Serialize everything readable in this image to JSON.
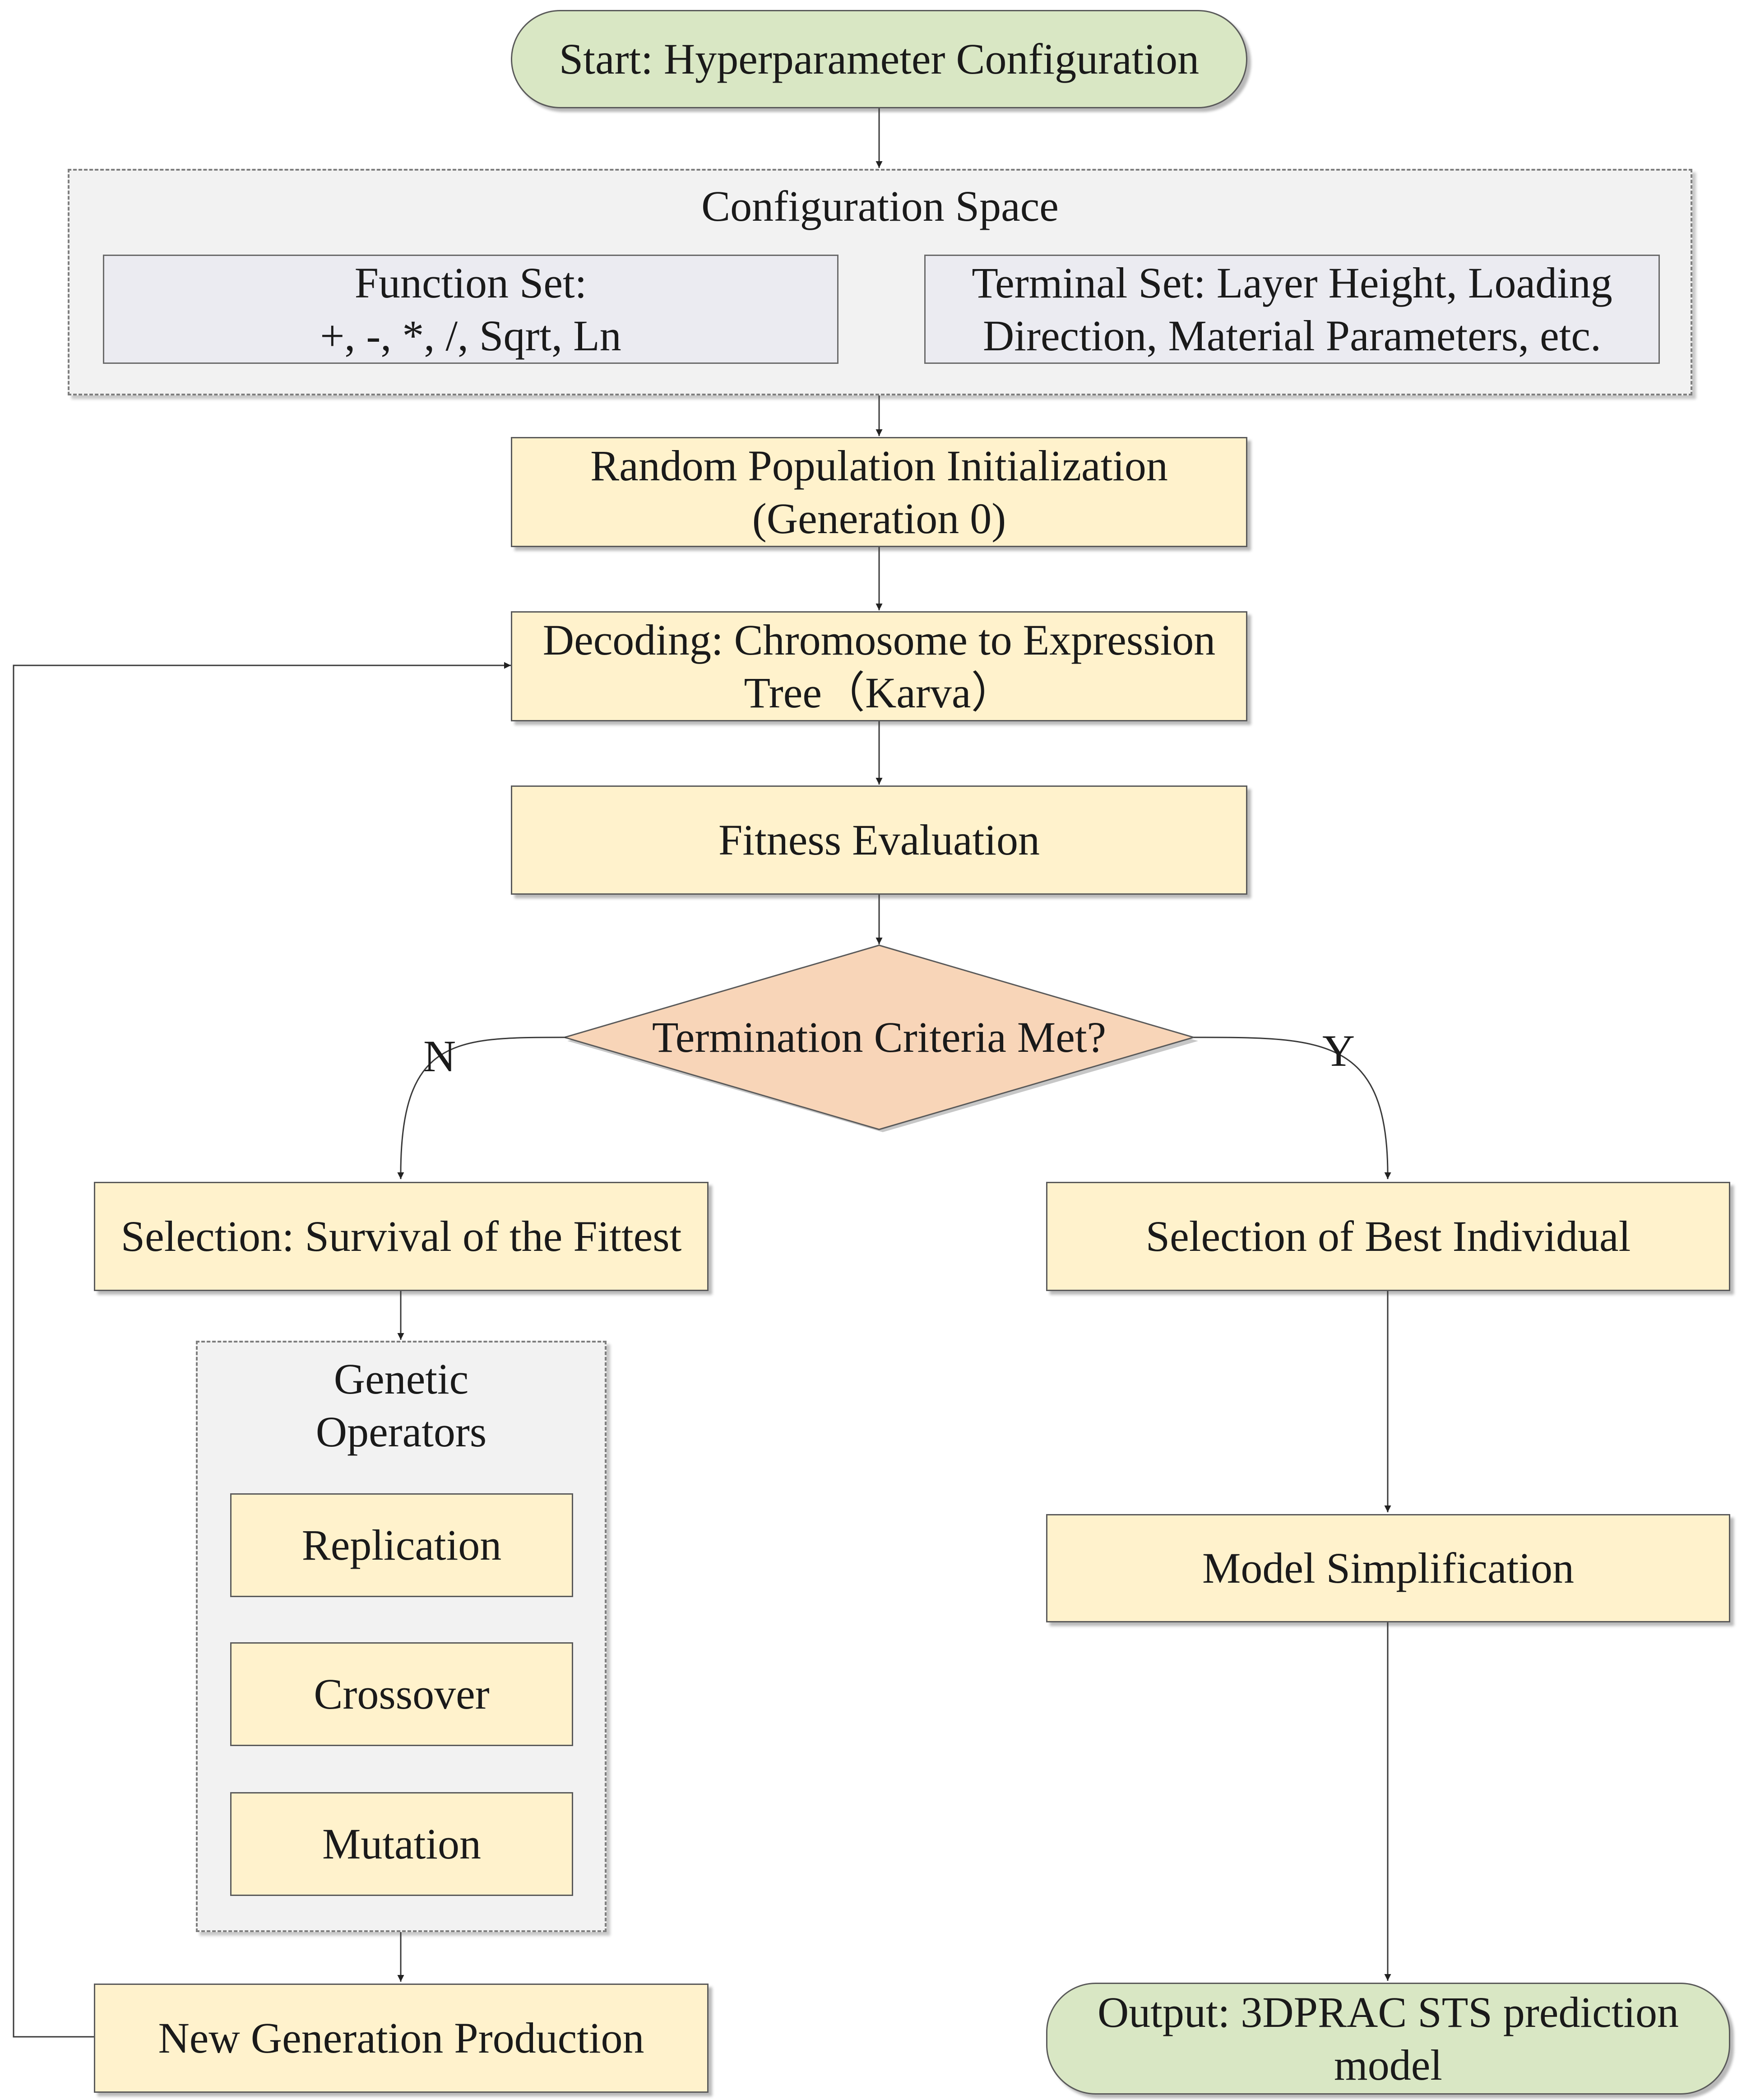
{
  "start": {
    "label": "Start: Hyperparameter Configuration"
  },
  "config_space": {
    "title": "Configuration Space",
    "function_set": {
      "line1": "Function Set:",
      "line2": "+, -, *, /, Sqrt, Ln"
    },
    "terminal_set": {
      "line1": "Terminal Set: Layer Height, Loading",
      "line2": "Direction, Material Parameters, etc."
    }
  },
  "random_init": {
    "line1": "Random Population Initialization",
    "line2": "(Generation 0)"
  },
  "decoding": {
    "line1": "Decoding: Chromosome to Expression",
    "line2": "Tree（Karva）"
  },
  "fitness": {
    "label": "Fitness Evaluation"
  },
  "decision": {
    "label": "Termination Criteria Met?",
    "no_label": "N",
    "yes_label": "Y"
  },
  "selection_fittest": {
    "label": "Selection: Survival of the Fittest"
  },
  "genetic_operators": {
    "title_line1": "Genetic",
    "title_line2": "Operators",
    "replication": "Replication",
    "crossover": "Crossover",
    "mutation": "Mutation"
  },
  "new_generation": {
    "label": "New Generation Production"
  },
  "best_individual": {
    "label": "Selection of Best Individual"
  },
  "simplification": {
    "label": "Model Simplification"
  },
  "output": {
    "line1": "Output: 3DPRAC STS prediction",
    "line2": "model"
  },
  "colors": {
    "process_fill": "#fff2cc",
    "terminal_fill": "#d9e7c4",
    "decision_fill": "#f8d5b8",
    "group_fill": "#f2f2f2",
    "subset_fill": "#ebebf1",
    "line": "#222222"
  }
}
